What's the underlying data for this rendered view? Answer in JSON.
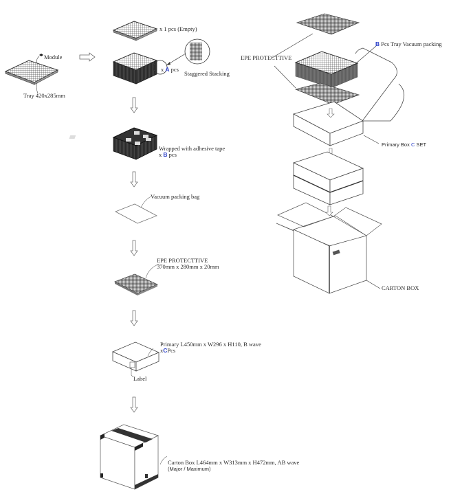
{
  "diagram": {
    "title": "Packing procedure",
    "start": {
      "module_label": "Module",
      "tray_label": "Tray 420x285mm"
    },
    "steps": [
      {
        "id": "empty-tray",
        "text": "x 1 pcs (Empty)"
      },
      {
        "id": "stacked-trays",
        "prefix": "x ",
        "var": "A",
        "suffix": " pcs",
        "detail_label": "Staggered Stacking"
      },
      {
        "id": "taped-stack",
        "line1": "Wrapped with adhesive tape",
        "prefix": "x ",
        "var": "B",
        "suffix": " pcs"
      },
      {
        "id": "vacuum-bag",
        "text": "Vacuum packing bag"
      },
      {
        "id": "epe-sheet",
        "line1": "EPE PROTECTTIVE",
        "line2": "370mm x 280mm x 20mm"
      },
      {
        "id": "primary-box",
        "line1": "Primary L450mm x W296 x H110, B wave",
        "prefix": "x",
        "var": "C",
        "suffix": "Pcs",
        "label_callout": "Label"
      },
      {
        "id": "carton-box",
        "line1": "Carton Box L464mm x W313mm x H472mm, AB wave",
        "line2": "(Major / Maximum)"
      }
    ],
    "exploded_view": {
      "epe_label": "EPE PROTECTTIVE",
      "tray_pack": {
        "var": "B",
        "suffix": " Pcs Tray Vacuum packing"
      },
      "primary_box": {
        "prefix": "Primary Box ",
        "var": "C",
        "suffix": " SET"
      },
      "carton_label": "CARTON BOX"
    },
    "colors": {
      "line": "#333333",
      "variable_letter": "#2a3fc8",
      "mesh_dark": "#222222"
    }
  }
}
